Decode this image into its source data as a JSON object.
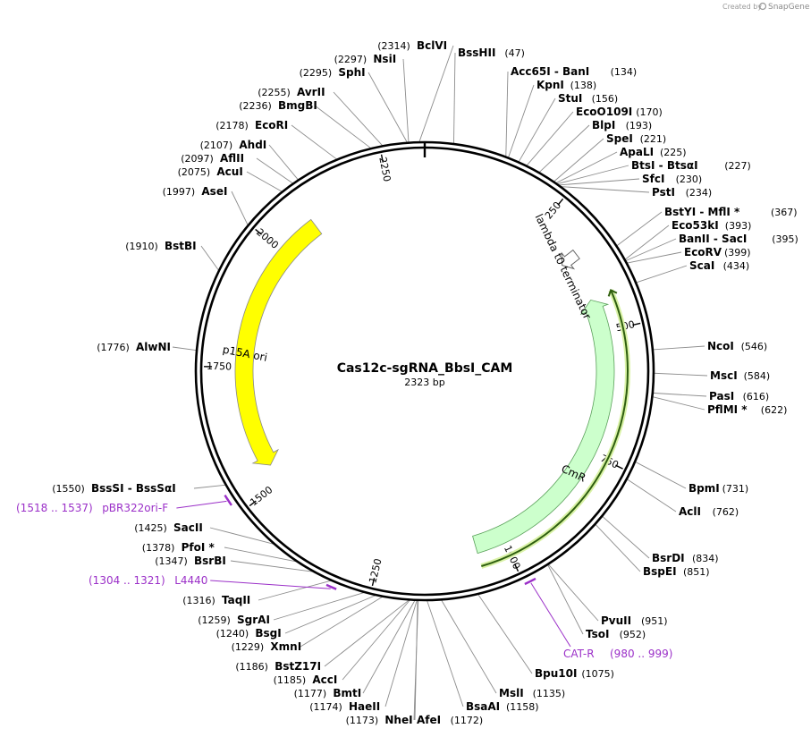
{
  "credit": {
    "prefix": "Created by",
    "brand": "SnapGene"
  },
  "plasmid": {
    "name": "Cas12c-sgRNA_BbsI_CAM",
    "length_label": "2323 bp",
    "total_bp": 2323
  },
  "ticks": [
    {
      "bp": 250,
      "label": "250"
    },
    {
      "bp": 500,
      "label": "500"
    },
    {
      "bp": 750,
      "label": "750"
    },
    {
      "bp": 1000,
      "label": "1000"
    },
    {
      "bp": 1250,
      "label": "1250"
    },
    {
      "bp": 1500,
      "label": "1500"
    },
    {
      "bp": 1750,
      "label": "1750"
    },
    {
      "bp": 2000,
      "label": "2000"
    },
    {
      "bp": 2250,
      "label": "2250"
    }
  ],
  "features": [
    {
      "name": "p15A ori",
      "start": 1540,
      "end": 2085,
      "direction": "reverse",
      "color": "#ffff00"
    },
    {
      "name": "CmR",
      "start": 431,
      "end": 1057,
      "direction": "reverse",
      "color": "#ccffcc"
    },
    {
      "name": "lambda t0 terminator",
      "start": 330,
      "end": 424,
      "direction": "forward",
      "color": "#ffffff"
    }
  ],
  "enzymes": [
    {
      "name": "BssHII",
      "pos": "(47)",
      "bp": 47,
      "side": "right"
    },
    {
      "name": "Acc65I  - BanI",
      "pos": "(134)",
      "bp": 134,
      "side": "right"
    },
    {
      "name": "KpnI",
      "pos": "(138)",
      "bp": 138,
      "side": "right"
    },
    {
      "name": "StuI",
      "pos": "(156)",
      "bp": 156,
      "side": "right"
    },
    {
      "name": "EcoO109I",
      "pos": "(170)",
      "bp": 170,
      "side": "right"
    },
    {
      "name": "BlpI",
      "pos": "(193)",
      "bp": 193,
      "side": "right"
    },
    {
      "name": "SpeI",
      "pos": "(221)",
      "bp": 221,
      "side": "right"
    },
    {
      "name": "ApaLI",
      "pos": "(225)",
      "bp": 225,
      "side": "right"
    },
    {
      "name": "BtsI  - BtsαI",
      "pos": "(227)",
      "bp": 227,
      "side": "right"
    },
    {
      "name": "SfcI",
      "pos": "(230)",
      "bp": 230,
      "side": "right"
    },
    {
      "name": "PstI",
      "pos": "(234)",
      "bp": 234,
      "side": "right"
    },
    {
      "name": "BstYI  - MflI *",
      "pos": "(367)",
      "bp": 367,
      "side": "right"
    },
    {
      "name": "Eco53kI",
      "pos": "(393)",
      "bp": 393,
      "side": "right"
    },
    {
      "name": "BanII  - SacI",
      "pos": "(395)",
      "bp": 395,
      "side": "right"
    },
    {
      "name": "EcoRV",
      "pos": "(399)",
      "bp": 399,
      "side": "right"
    },
    {
      "name": "ScaI",
      "pos": "(434)",
      "bp": 434,
      "side": "right"
    },
    {
      "name": "NcoI",
      "pos": "(546)",
      "bp": 546,
      "side": "right"
    },
    {
      "name": "MscI",
      "pos": "(584)",
      "bp": 584,
      "side": "right"
    },
    {
      "name": "PasI",
      "pos": "(616)",
      "bp": 616,
      "side": "right"
    },
    {
      "name": "PflMI *",
      "pos": "(622)",
      "bp": 622,
      "side": "right"
    },
    {
      "name": "BpmI",
      "pos": "(731)",
      "bp": 731,
      "side": "right"
    },
    {
      "name": "AclI",
      "pos": "(762)",
      "bp": 762,
      "side": "right"
    },
    {
      "name": "BsrDI",
      "pos": "(834)",
      "bp": 834,
      "side": "right"
    },
    {
      "name": "BspEI",
      "pos": "(851)",
      "bp": 851,
      "side": "right"
    },
    {
      "name": "PvuII",
      "pos": "(951)",
      "bp": 951,
      "side": "right"
    },
    {
      "name": "TsoI",
      "pos": "(952)",
      "bp": 952,
      "side": "right"
    },
    {
      "name": "Bpu10I",
      "pos": "(1075)",
      "bp": 1075,
      "side": "right"
    },
    {
      "name": "MslI",
      "pos": "(1135)",
      "bp": 1135,
      "side": "right"
    },
    {
      "name": "BsaAI",
      "pos": "(1158)",
      "bp": 1158,
      "side": "right"
    },
    {
      "name": "AfeI",
      "pos": "(1172)",
      "bp": 1172,
      "side": "right"
    },
    {
      "name": "NheI",
      "pos": "(1173)",
      "bp": 1173,
      "side": "left"
    },
    {
      "name": "HaeII",
      "pos": "(1174)",
      "bp": 1174,
      "side": "left"
    },
    {
      "name": "BmtI",
      "pos": "(1177)",
      "bp": 1177,
      "side": "left"
    },
    {
      "name": "AccI",
      "pos": "(1185)",
      "bp": 1185,
      "side": "left"
    },
    {
      "name": "BstZ17I",
      "pos": "(1186)",
      "bp": 1186,
      "side": "left"
    },
    {
      "name": "XmnI",
      "pos": "(1229)",
      "bp": 1229,
      "side": "left"
    },
    {
      "name": "BsgI",
      "pos": "(1240)",
      "bp": 1240,
      "side": "left"
    },
    {
      "name": "SgrAI",
      "pos": "(1259)",
      "bp": 1259,
      "side": "left"
    },
    {
      "name": "TaqII",
      "pos": "(1316)",
      "bp": 1316,
      "side": "left"
    },
    {
      "name": "BsrBI",
      "pos": "(1347)",
      "bp": 1347,
      "side": "left"
    },
    {
      "name": "PfoI *",
      "pos": "(1378)",
      "bp": 1378,
      "side": "left"
    },
    {
      "name": "SacII",
      "pos": "(1425)",
      "bp": 1425,
      "side": "left"
    },
    {
      "name": "BssSI  - BssSαI",
      "pos": "(1550)",
      "bp": 1550,
      "side": "left"
    },
    {
      "name": "AlwNI",
      "pos": "(1776)",
      "bp": 1776,
      "side": "left"
    },
    {
      "name": "BstBI",
      "pos": "(1910)",
      "bp": 1910,
      "side": "left"
    },
    {
      "name": "AseI",
      "pos": "(1997)",
      "bp": 1997,
      "side": "left"
    },
    {
      "name": "AcuI",
      "pos": "(2075)",
      "bp": 2075,
      "side": "left"
    },
    {
      "name": "AflII",
      "pos": "(2097)",
      "bp": 2097,
      "side": "left"
    },
    {
      "name": "AhdI",
      "pos": "(2107)",
      "bp": 2107,
      "side": "left"
    },
    {
      "name": "EcoRI",
      "pos": "(2178)",
      "bp": 2178,
      "side": "left"
    },
    {
      "name": "BmgBI",
      "pos": "(2236)",
      "bp": 2236,
      "side": "left"
    },
    {
      "name": "AvrII",
      "pos": "(2255)",
      "bp": 2255,
      "side": "left"
    },
    {
      "name": "SphI",
      "pos": "(2295)",
      "bp": 2295,
      "side": "left"
    },
    {
      "name": "NsiI",
      "pos": "(2297)",
      "bp": 2297,
      "side": "left"
    },
    {
      "name": "BclVI",
      "pos": "(2314)",
      "bp": 2314,
      "side": "left"
    }
  ],
  "primers": [
    {
      "name": "pBR322ori-F",
      "pos": "(1518 .. 1537)",
      "start": 1518,
      "end": 1537,
      "side": "left"
    },
    {
      "name": "L4440",
      "pos": "(1304 .. 1321)",
      "start": 1304,
      "end": 1321,
      "side": "left"
    },
    {
      "name": "CAT-R",
      "pos": "(980 .. 999)",
      "start": 980,
      "end": 999,
      "side": "right"
    }
  ]
}
